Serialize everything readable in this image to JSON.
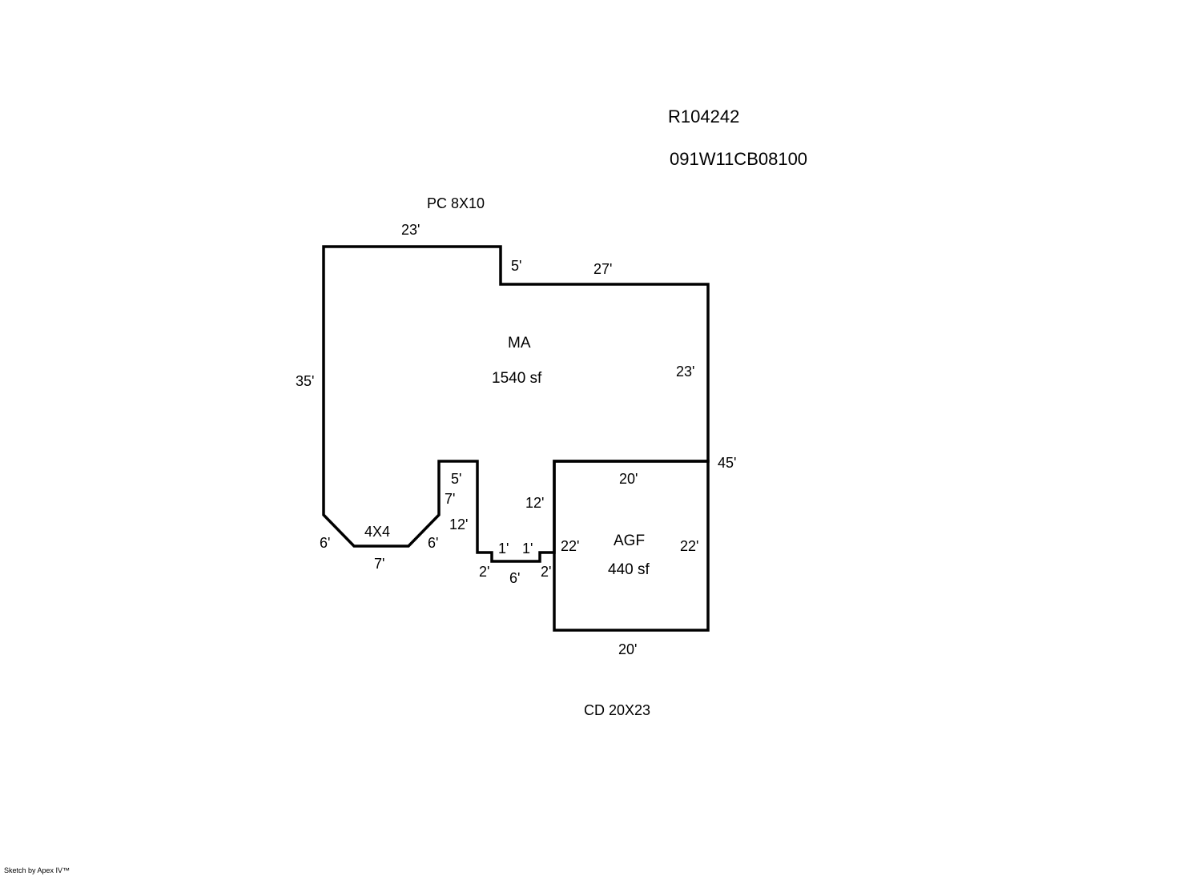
{
  "header": {
    "record_id": "R104242",
    "parcel_id": "091W11CB08100"
  },
  "labels": {
    "porch": "PC  8X10",
    "deck": "CD  20X23",
    "bay": "4X4"
  },
  "main_area": {
    "code": "MA",
    "area": "1540 sf"
  },
  "garage": {
    "code": "AGF",
    "area": "440 sf"
  },
  "dimensions": {
    "top_left": "23'",
    "step_down": "5'",
    "top_right": "27'",
    "left": "35'",
    "right_upper": "23'",
    "right_total": "45'",
    "bay_left_diag": "6'",
    "bay_bottom": "7'",
    "bay_right_diag": "6'",
    "notch_top": "5'",
    "notch_left": "7'",
    "notch_right": "12'",
    "garage_left_upper": "12'",
    "step_1a": "1'",
    "step_1b": "1'",
    "step_2a": "2'",
    "step_6": "6'",
    "step_2b": "2'",
    "garage_top": "20'",
    "garage_left": "22'",
    "garage_right": "22'",
    "garage_bottom": "20'"
  },
  "footer": {
    "credit": "Sketch by Apex IV™"
  }
}
